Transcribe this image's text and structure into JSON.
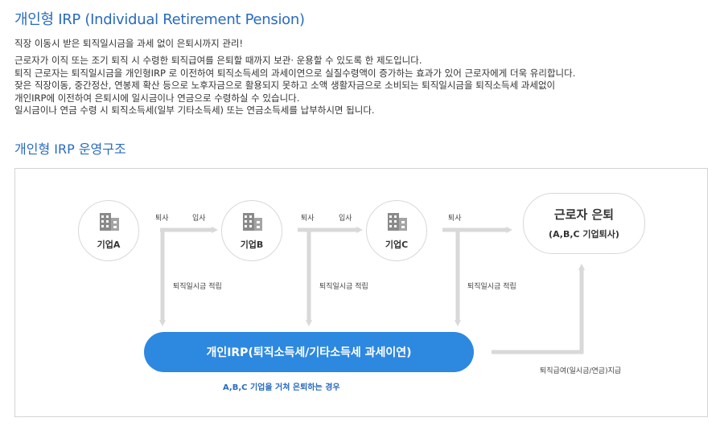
{
  "header": {
    "title": "개인형 IRP (Individual Retirement Pension)",
    "subtitle": "직장 이동시 받은 퇴직일시금을 과세 없이 은퇴시까지 관리!",
    "paragraph": [
      "근로자가 이직 또는 조기 퇴직 시 수령한 퇴직급여를 은퇴할 때까지 보관· 운용할 수 있도록 한 제도입니다.",
      "퇴직 근로자는 퇴직일시금을 개인형IRP 로 이전하여 퇴직소득세의 과세이연으로 실질수령액이 증가하는 효과가 있어 근로자에게 더욱 유리합니다.",
      "잦은 직장이동, 중간정산, 연봉제 확산 등으로 노후자금으로 활용되지 못하고 소액 생활자금으로 소비되는 퇴직일시금을 퇴직소득세 과세없이",
      "개인IRP에 이전하여 은퇴시에 일시금이나 연금으로 수령하실 수 있습니다.",
      "일시금이나 연금 수령 시 퇴직소득세(일부 기타소득세) 또는 연금소득세를 납부하시면 됩니다."
    ]
  },
  "section": {
    "title": "개인형 IRP 운영구조"
  },
  "diagram": {
    "companies": [
      {
        "label": "기업A",
        "icon": "building-icon"
      },
      {
        "label": "기업B",
        "icon": "building-icon"
      },
      {
        "label": "기업C",
        "icon": "building-icon"
      }
    ],
    "retire_label": "퇴사",
    "join_label": "입사",
    "transfer_label": "퇴직일시금 적립",
    "retirement": {
      "title": "근로자 은퇴",
      "sub": "(A,B,C 기업퇴사)"
    },
    "irp_bar": "개인IRP(퇴직소득세/기타소득세 과세이연)",
    "caption": "A,B,C 기업을 거쳐 은퇴하는 경우",
    "payout_label": "퇴직급여(일시금/연금)지급",
    "colors": {
      "accent": "#2a6bbf",
      "bar": "#2d88e0",
      "arrow": "#d9d9d9"
    }
  }
}
